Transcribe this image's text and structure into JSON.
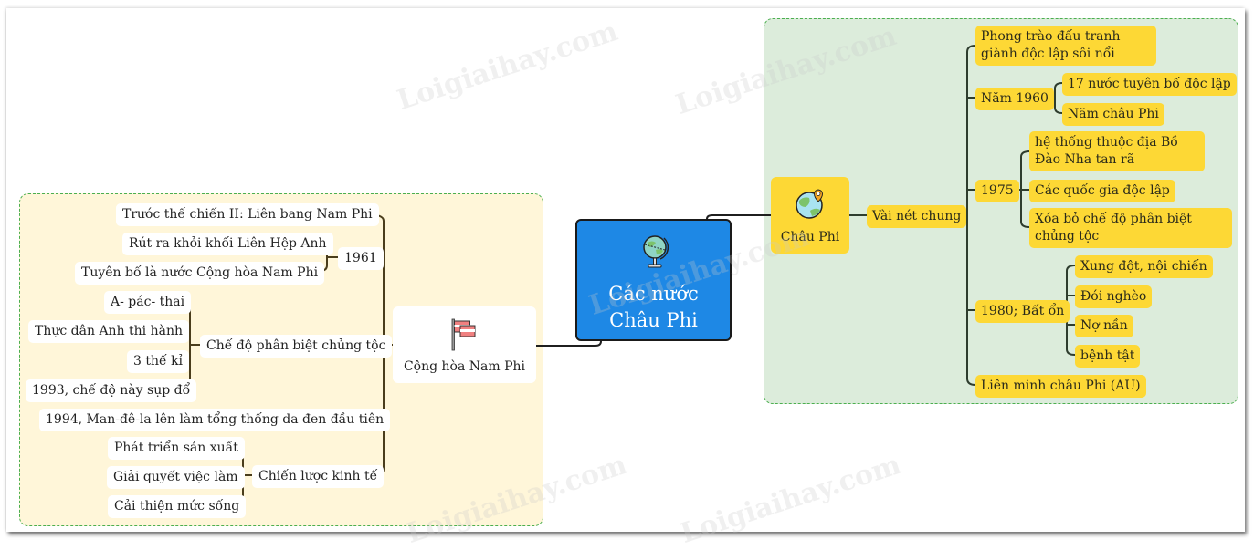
{
  "root": {
    "label": "Các nước Châu Phi",
    "icon": "globe-icon",
    "color": "#1e88e5"
  },
  "branches": {
    "left": {
      "label": "Cộng hòa Nam Phi",
      "icon": "flag-icon",
      "children": [
        {
          "label": "Trước thế chiến II: Liên bang Nam Phi"
        },
        {
          "label": "1961",
          "children": [
            {
              "label": "Rút ra khỏi khối Liên Hệp Anh"
            },
            {
              "label": "Tuyên bố là nước Cộng hòa Nam Phi"
            }
          ]
        },
        {
          "label": "Chế độ phân biệt chủng tộc",
          "children": [
            {
              "label": "A- pác- thai"
            },
            {
              "label": "Thực dân Anh thi hành"
            },
            {
              "label": "3 thế kỉ"
            },
            {
              "label": "1993, chế độ này sụp đổ"
            }
          ]
        },
        {
          "label": "1994, Man-đê-la lên làm tổng thống da đen đầu tiên"
        },
        {
          "label": "Chiến lược kinh tế",
          "children": [
            {
              "label": "Phát triển sản xuất"
            },
            {
              "label": "Giải quyết việc làm"
            },
            {
              "label": "Cải thiện mức sống"
            }
          ]
        }
      ]
    },
    "right": {
      "label": "Châu Phi",
      "icon": "earth-location-icon",
      "children": [
        {
          "label": "Vài nét chung",
          "children": [
            {
              "label": "Phong trào đấu tranh giành độc lập sôi nổi"
            },
            {
              "label": "Năm 1960",
              "children": [
                {
                  "label": "17 nước tuyên bố độc lập"
                },
                {
                  "label": "Năm châu Phi"
                }
              ]
            },
            {
              "label": "1975",
              "children": [
                {
                  "label": "hệ thống thuộc địa Bồ Đào Nha tan rã"
                },
                {
                  "label": "Các quốc gia độc lập"
                },
                {
                  "label": "Xóa bỏ chế độ phân biệt chủng tộc"
                }
              ]
            },
            {
              "label": "1980; Bất ổn",
              "children": [
                {
                  "label": "Xung đột, nội chiến"
                },
                {
                  "label": "Đói nghèo"
                },
                {
                  "label": "Nợ nần"
                },
                {
                  "label": "bệnh tật"
                }
              ]
            },
            {
              "label": "Liên minh châu Phi (AU)"
            }
          ]
        }
      ]
    }
  },
  "watermark": "Loigiaihay.com",
  "colors": {
    "left_region_bg": "#fff6d9",
    "right_region_bg": "#dcecdb",
    "region_border": "#4caf50",
    "topic_yellow": "#fdd835"
  }
}
